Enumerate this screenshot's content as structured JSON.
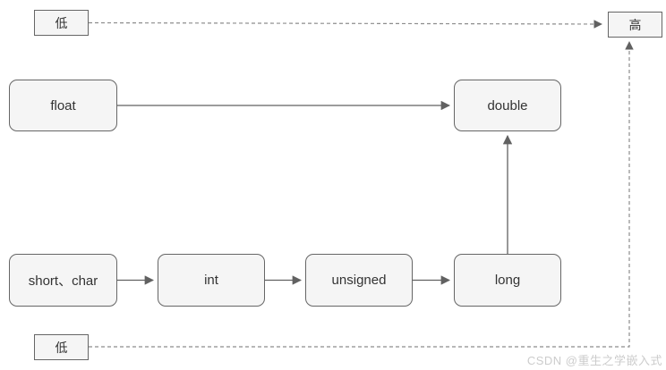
{
  "diagram": {
    "markers": {
      "low_top": "低",
      "high_top": "高",
      "low_bottom": "低"
    },
    "nodes": {
      "float": "float",
      "double": "double",
      "short_char": "short、char",
      "int": "int",
      "unsigned": "unsigned",
      "long": "long"
    }
  },
  "watermark": "CSDN @重生之学嵌入式",
  "colors": {
    "background": "#ffffff",
    "box_fill": "#f5f5f5",
    "box_border": "#666666",
    "text": "#333333",
    "dashed_line": "#8c8c8c",
    "solid_line": "#616161",
    "watermark": "#cccccc"
  }
}
